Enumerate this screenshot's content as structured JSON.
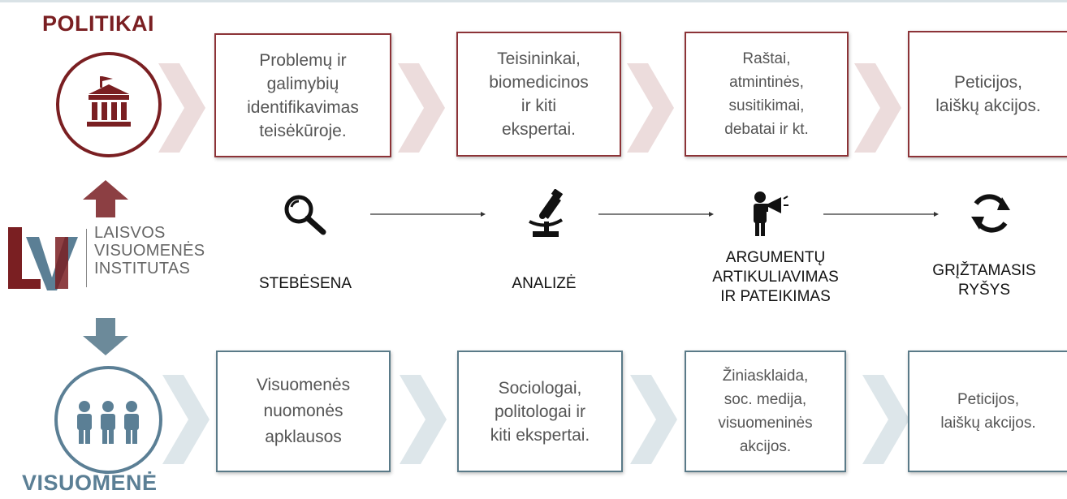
{
  "header": {
    "title": "POLITIKAI"
  },
  "footer": {
    "title": "VISUOMENĖ"
  },
  "logo": {
    "line1": "LAISVOS",
    "line2": "VISUOMENĖS",
    "line3": "INSTITUTAS",
    "icon": "lvi-logo-icon"
  },
  "top_row": [
    {
      "text": "Problemų ir\ngalimybių\nidentifikavimas\nteisėkūroje."
    },
    {
      "text": "Teisininkai,\nbiomedicinos\nir kiti\nekspertai."
    },
    {
      "text": "Raštai,\natmintinės,\nsusitikimai,\ndebatai ir kt."
    },
    {
      "text": "Peticijos,\nlaiškų akcijos."
    }
  ],
  "stages": [
    {
      "label": "STEBĖSENA",
      "icon": "magnifier-icon"
    },
    {
      "label": "ANALIZĖ",
      "icon": "microscope-icon"
    },
    {
      "label": "ARGUMENTŲ\nARTIKULIAVIMAS\nIR PATEIKIMAS",
      "icon": "speaker-icon"
    },
    {
      "label": "GRĮŽTAMASIS\nRYŠYS",
      "icon": "refresh-icon"
    }
  ],
  "bottom_row": [
    {
      "text": "Visuomenės\nnuomonės\napklausos"
    },
    {
      "text": "Sociologai,\npolitologai ir\nkiti ekspertai."
    },
    {
      "text": "Žiniasklaida,\nsoc. medija,\nvisuomeninės\nakcijos."
    },
    {
      "text": "Peticijos,\nlaiškų akcijos."
    }
  ],
  "colors": {
    "politics": "#7a1f22",
    "society": "#5b7f95",
    "top_chevron": "#ecdcdc",
    "bottom_chevron": "#dde6ea"
  }
}
